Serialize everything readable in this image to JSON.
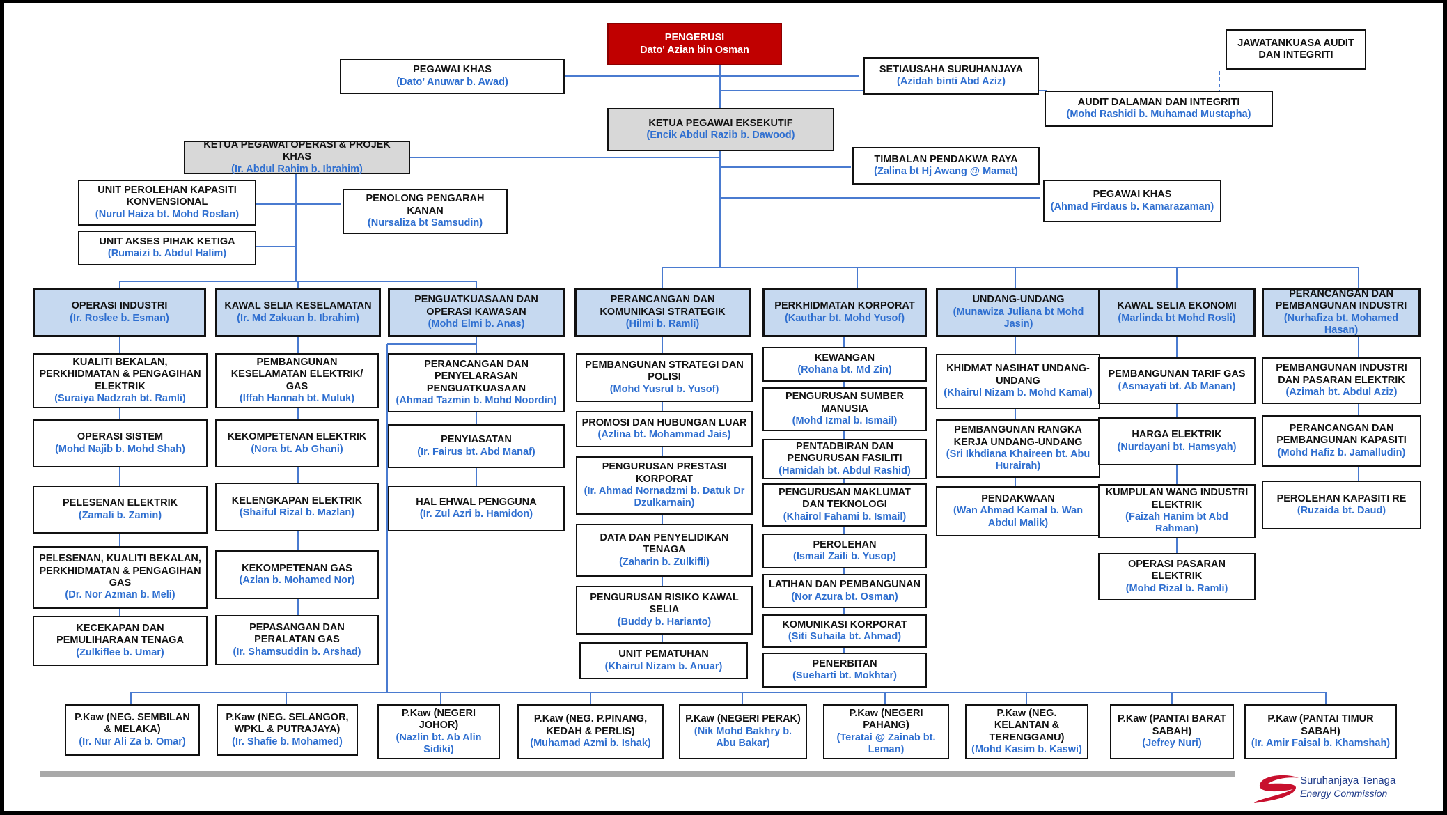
{
  "chairman": {
    "title": "PENGERUSI",
    "name": "Dato' Azian bin Osman"
  },
  "top_staff": {
    "pegawai_khas_1": {
      "title": "PEGAWAI KHAS",
      "name": "(Dato’ Anuwar b. Awad)"
    },
    "setiausaha": {
      "title": "SETIAUSAHA SURUHANJAYA",
      "name": "(Azidah binti Abd Aziz)"
    },
    "jawatankuasa_audit": {
      "title": "JAWATANKUASA AUDIT DAN INTEGRITI"
    },
    "audit_dalaman": {
      "title": "AUDIT DALAMAN DAN INTEGRITI",
      "name": "(Mohd Rashidi b. Muhamad Mustapha)"
    },
    "ceo": {
      "title": "KETUA PEGAWAI EKSEKUTIF",
      "name": "(Encik Abdul Razib b. Dawood)"
    },
    "coo": {
      "title": "KETUA PEGAWAI OPERASI & PROJEK KHAS",
      "name": "(Ir. Abdul Rahim b. Ibrahim)"
    },
    "timbalan_pendakwa": {
      "title": "TIMBALAN PENDAKWA RAYA",
      "name": "(Zalina bt Hj Awang @ Mamat)"
    },
    "pegawai_khas_2": {
      "title": "PEGAWAI KHAS",
      "name": "(Ahmad Firdaus b. Kamarazaman)"
    },
    "unit_perolehan": {
      "title": "UNIT PEROLEHAN KAPASITI KONVENSIONAL",
      "name": "(Nurul Haiza bt. Mohd Roslan)"
    },
    "penolong_pengarah": {
      "title": "PENOLONG PENGARAH KANAN",
      "name": "(Nursaliza bt Samsudin)"
    },
    "unit_akses": {
      "title": "UNIT AKSES PIHAK KETIGA",
      "name": "(Rumaizi b. Abdul Halim)"
    }
  },
  "departments": [
    {
      "title": "OPERASI INDUSTRI",
      "name": "(Ir. Roslee b. Esman)",
      "units": [
        {
          "title": "KUALITI BEKALAN, PERKHIDMATAN & PENGAGIHAN ELEKTRIK",
          "name": "(Suraiya Nadzrah bt. Ramli)"
        },
        {
          "title": "OPERASI SISTEM",
          "name": "(Mohd Najib b. Mohd Shah)"
        },
        {
          "title": "PELESENAN ELEKTRIK",
          "name": "(Zamali b. Zamin)"
        },
        {
          "title": "PELESENAN, KUALITI BEKALAN, PERKHIDMATAN & PENGAGIHAN GAS",
          "name": "(Dr. Nor Azman b. Meli)"
        },
        {
          "title": "KECEKAPAN DAN PEMULIHARAAN TENAGA",
          "name": "(Zulkiflee b. Umar)"
        }
      ]
    },
    {
      "title": "KAWAL SELIA KESELAMATAN",
      "name": "(Ir. Md Zakuan b. Ibrahim)",
      "units": [
        {
          "title": "PEMBANGUNAN KESELAMATAN ELEKTRIK/ GAS",
          "name": "(Iffah Hannah bt. Muluk)"
        },
        {
          "title": "KEKOMPETENAN ELEKTRIK",
          "name": "(Nora bt. Ab Ghani)"
        },
        {
          "title": "KELENGKAPAN ELEKTRIK",
          "name": "(Shaiful Rizal b. Mazlan)"
        },
        {
          "title": "KEKOMPETENAN GAS",
          "name": "(Azlan b. Mohamed Nor)"
        },
        {
          "title": "PEPASANGAN DAN PERALATAN GAS",
          "name": "(Ir. Shamsuddin b. Arshad)"
        }
      ]
    },
    {
      "title": "PENGUATKUASAAN DAN OPERASI KAWASAN",
      "name": "(Mohd Elmi b. Anas)",
      "units": [
        {
          "title": "PERANCANGAN DAN PENYELARASAN PENGUATKUASAAN",
          "name": "(Ahmad Tazmin b. Mohd Noordin)"
        },
        {
          "title": "PENYIASATAN",
          "name": "(Ir. Fairus bt. Abd Manaf)"
        },
        {
          "title": "HAL EHWAL PENGGUNA",
          "name": "(Ir. Zul Azri b. Hamidon)"
        }
      ]
    },
    {
      "title": "PERANCANGAN DAN KOMUNIKASI STRATEGIK",
      "name": "(Hilmi b. Ramli)",
      "units": [
        {
          "title": "PEMBANGUNAN STRATEGI DAN POLISI",
          "name": "(Mohd Yusrul b. Yusof)"
        },
        {
          "title": "PROMOSI DAN HUBUNGAN LUAR",
          "name": "(Azlina bt. Mohammad Jais)"
        },
        {
          "title": "PENGURUSAN PRESTASI KORPORAT",
          "name": "(Ir. Ahmad Nornadzmi b. Datuk Dr Dzulkarnain)"
        },
        {
          "title": "DATA DAN PENYELIDIKAN TENAGA",
          "name": "(Zaharin b. Zulkifli)"
        },
        {
          "title": "PENGURUSAN RISIKO KAWAL SELIA",
          "name": "(Buddy b. Harianto)"
        },
        {
          "title": "UNIT PEMATUHAN",
          "name": "(Khairul Nizam b. Anuar)"
        }
      ]
    },
    {
      "title": "PERKHIDMATAN KORPORAT",
      "name": "(Kauthar bt. Mohd Yusof)",
      "units": [
        {
          "title": "KEWANGAN",
          "name": "(Rohana bt. Md Zin)"
        },
        {
          "title": "PENGURUSAN SUMBER MANUSIA",
          "name": "(Mohd Izmal b. Ismail)"
        },
        {
          "title": "PENTADBIRAN DAN PENGURUSAN FASILITI",
          "name": "(Hamidah bt. Abdul Rashid)"
        },
        {
          "title": "PENGURUSAN MAKLUMAT DAN TEKNOLOGI",
          "name": "(Khairol Fahami b. Ismail)"
        },
        {
          "title": "PEROLEHAN",
          "name": "(Ismail Zaili b. Yusop)"
        },
        {
          "title": "LATIHAN DAN PEMBANGUNAN",
          "name": "(Nor Azura bt. Osman)"
        },
        {
          "title": "KOMUNIKASI KORPORAT",
          "name": "(Siti Suhaila bt. Ahmad)"
        },
        {
          "title": "PENERBITAN",
          "name": "(Sueharti bt. Mokhtar)"
        }
      ]
    },
    {
      "title": "UNDANG-UNDANG",
      "name": "(Munawiza Juliana bt Mohd Jasin)",
      "units": [
        {
          "title": "KHIDMAT NASIHAT UNDANG-UNDANG",
          "name": "(Khairul Nizam b. Mohd Kamal)"
        },
        {
          "title": "PEMBANGUNAN RANGKA KERJA UNDANG-UNDANG",
          "name": "(Sri Ikhdiana Khaireen bt. Abu Hurairah)"
        },
        {
          "title": "PENDAKWAAN",
          "name": "(Wan Ahmad Kamal b. Wan Abdul Malik)"
        }
      ]
    },
    {
      "title": "KAWAL SELIA EKONOMI",
      "name": "(Marlinda bt Mohd Rosli)",
      "units": [
        {
          "title": "PEMBANGUNAN TARIF GAS",
          "name": "(Asmayati bt. Ab Manan)"
        },
        {
          "title": "HARGA ELEKTRIK",
          "name": "(Nurdayani bt. Hamsyah)"
        },
        {
          "title": "KUMPULAN WANG INDUSTRI ELEKTRIK",
          "name": "(Faizah Hanim bt Abd Rahman)"
        },
        {
          "title": "OPERASI PASARAN ELEKTRIK",
          "name": "(Mohd Rizal b. Ramli)"
        }
      ]
    },
    {
      "title": "PERANCANGAN DAN PEMBANGUNAN INDUSTRI",
      "name": "(Nurhafiza bt. Mohamed Hasan)",
      "units": [
        {
          "title": "PEMBANGUNAN INDUSTRI DAN PASARAN ELEKTRIK",
          "name": "(Azimah bt. Abdul Aziz)"
        },
        {
          "title": "PERANCANGAN DAN PEMBANGUNAN KAPASITI",
          "name": "(Mohd Hafiz b. Jamalludin)"
        },
        {
          "title": "PEROLEHAN KAPASITI RE",
          "name": "(Ruzaida bt. Daud)"
        }
      ]
    }
  ],
  "regional_offices": [
    {
      "title": "P.Kaw (NEG. SEMBILAN & MELAKA)",
      "name": "(Ir. Nur Ali Za b. Omar)"
    },
    {
      "title": "P.Kaw (NEG. SELANGOR, WPKL & PUTRAJAYA)",
      "name": "(Ir. Shafie b. Mohamed)"
    },
    {
      "title": "P.Kaw (NEGERI JOHOR)",
      "name": "(Nazlin bt. Ab Alin Sidiki)"
    },
    {
      "title": "P.Kaw (NEG. P.PINANG, KEDAH & PERLIS)",
      "name": "(Muhamad Azmi b. Ishak)"
    },
    {
      "title": "P.Kaw (NEGERI PERAK)",
      "name": "(Nik Mohd Bakhry b. Abu Bakar)"
    },
    {
      "title": "P.Kaw (NEGERI PAHANG)",
      "name": "(Teratai @ Zainab bt. Leman)"
    },
    {
      "title": "P.Kaw (NEG. KELANTAN & TERENGGANU)",
      "name": "(Mohd Kasim b. Kaswi)"
    },
    {
      "title": "P.Kaw (PANTAI BARAT SABAH)",
      "name": "(Jefrey Nuri)"
    },
    {
      "title": "P.Kaw (PANTAI TIMUR SABAH)",
      "name": "(Ir. Amir Faisal b. Khamshah)"
    }
  ],
  "logo": {
    "line1": "Suruhanjaya Tenaga",
    "line2": "Energy Commission"
  },
  "colors": {
    "chairman_bg": "#c00000",
    "dept_bg": "#c6d9f0",
    "exec_bg": "#d8d8d8",
    "connector": "#4a7bd0",
    "name_text": "#2f6fd0"
  }
}
